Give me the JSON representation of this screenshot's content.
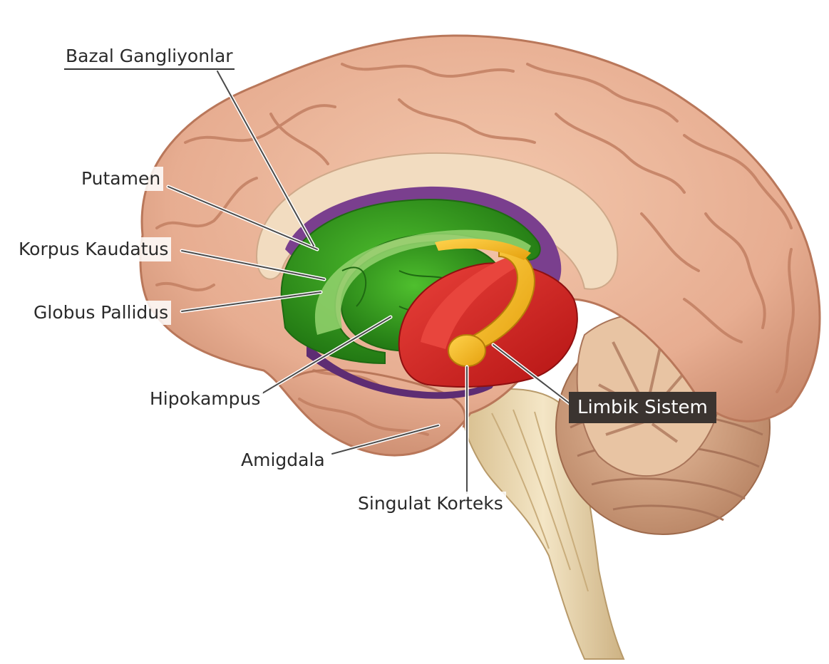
{
  "labels": {
    "basal_ganglia": "Bazal Gangliyonlar",
    "putamen": "Putamen",
    "caudate": "Korpus Kaudatus",
    "globus_pallidus": "Globus Pallidus",
    "hippocampus": "Hipokampus",
    "amygdala": "Amigdala",
    "cingulate": "Singulat Korteks",
    "limbic": "Limbik Sistem"
  },
  "colors": {
    "cortex": "#e9b49a",
    "cortex_shadow": "#c98a6d",
    "corpus_callosum": "#f2dcc0",
    "basal_green": "#2f9a1e",
    "light_green": "#8fcf6a",
    "purple": "#7a3f8e",
    "red": "#d8231f",
    "yellow": "#f3b81c",
    "cerebellum": "#dba989",
    "brainstem": "#ead7b0",
    "limbic_box": "#3b3430"
  }
}
